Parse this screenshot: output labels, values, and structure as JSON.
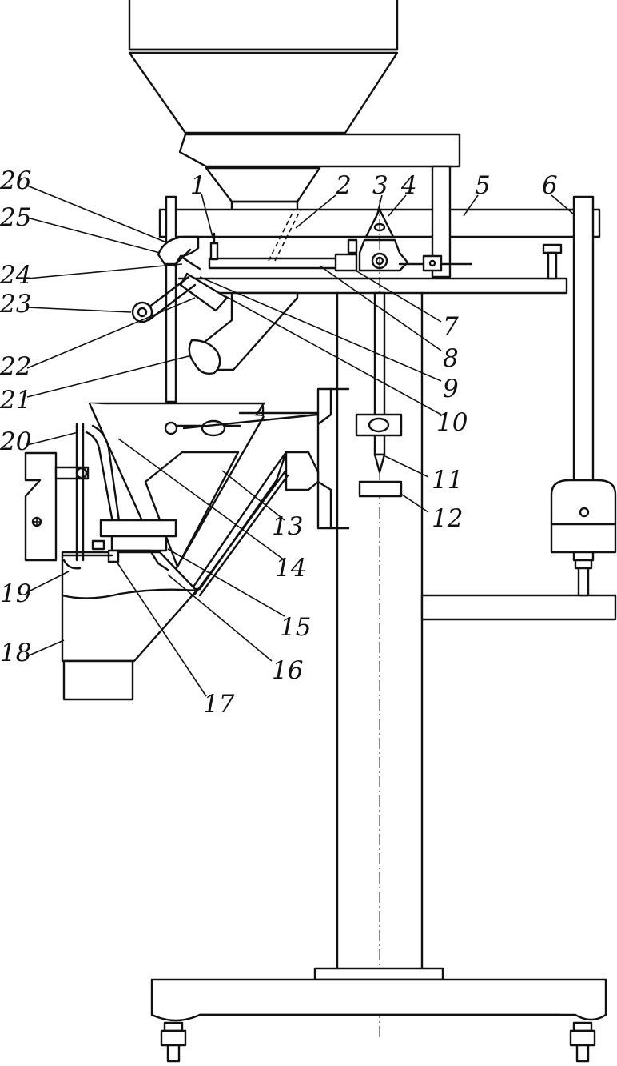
{
  "diagram": {
    "callouts": [
      {
        "id": "1",
        "label": "1"
      },
      {
        "id": "2",
        "label": "2"
      },
      {
        "id": "3",
        "label": "3"
      },
      {
        "id": "4",
        "label": "4"
      },
      {
        "id": "5",
        "label": "5"
      },
      {
        "id": "6",
        "label": "6"
      },
      {
        "id": "7",
        "label": "7"
      },
      {
        "id": "8",
        "label": "8"
      },
      {
        "id": "9",
        "label": "9"
      },
      {
        "id": "10",
        "label": "10"
      },
      {
        "id": "11",
        "label": "11"
      },
      {
        "id": "12",
        "label": "12"
      },
      {
        "id": "13",
        "label": "13"
      },
      {
        "id": "14",
        "label": "14"
      },
      {
        "id": "15",
        "label": "15"
      },
      {
        "id": "16",
        "label": "16"
      },
      {
        "id": "17",
        "label": "17"
      },
      {
        "id": "18",
        "label": "18"
      },
      {
        "id": "19",
        "label": "19"
      },
      {
        "id": "20",
        "label": "20"
      },
      {
        "id": "21",
        "label": "21"
      },
      {
        "id": "22",
        "label": "22"
      },
      {
        "id": "23",
        "label": "23"
      },
      {
        "id": "24",
        "label": "24"
      },
      {
        "id": "25",
        "label": "25"
      },
      {
        "id": "26",
        "label": "26"
      }
    ],
    "line_color": "#111111",
    "background": "#ffffff"
  }
}
